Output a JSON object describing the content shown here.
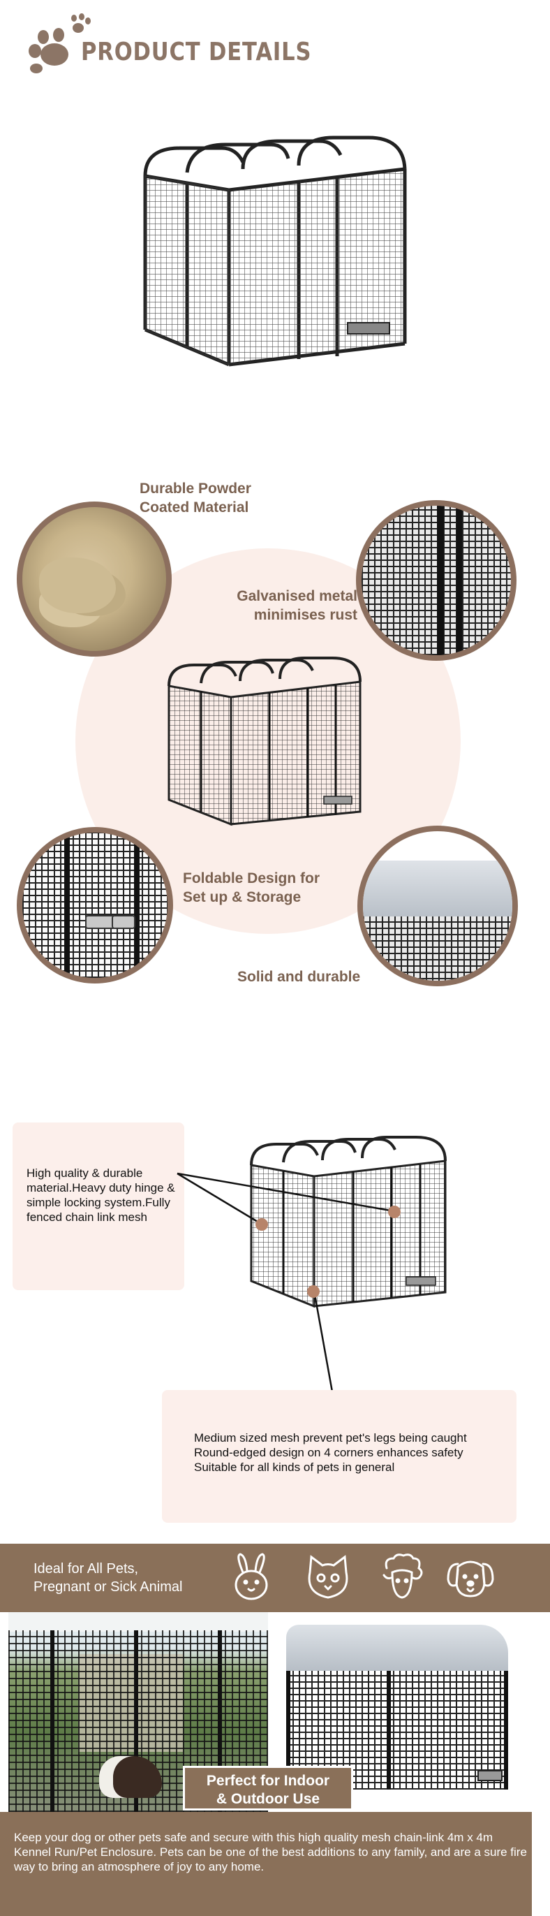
{
  "header": {
    "title": "PRODUCT DETAILS"
  },
  "features": {
    "durable": "Durable Powder\nCoated Material",
    "galvanised": "Galvanised metal\nminimises rust",
    "foldable": "Foldable Design for\nSet up & Storage",
    "solid": "Solid and durable"
  },
  "callouts": {
    "left": "High quality & durable material.Heavy duty hinge & simple locking system.Fully fenced chain link mesh",
    "bottom_lines": [
      "Medium sized mesh prevent pet's legs being caught",
      "Round-edged design on 4 corners enhances safety",
      "Suitable for all kinds of pets in general"
    ]
  },
  "ideal": {
    "line1": "Ideal for All Pets,",
    "line2": "Pregnant or Sick Animal",
    "icons": [
      "rabbit-icon",
      "cat-icon",
      "sheep-icon",
      "dog-icon"
    ]
  },
  "badge": {
    "line1": "Perfect for Indoor",
    "line2": "& Outdoor Use"
  },
  "description": "Keep your dog or other pets safe and secure with this high quality mesh chain-link 4m x 4m Kennel Run/Pet Enclosure. Pets can be one of the best additions to any family, and are a sure fire way to bring an atmosphere of joy to any home.",
  "colors": {
    "brand_brown": "#8a7059",
    "label_brown": "#7a6150",
    "blush": "#fbeee9"
  }
}
